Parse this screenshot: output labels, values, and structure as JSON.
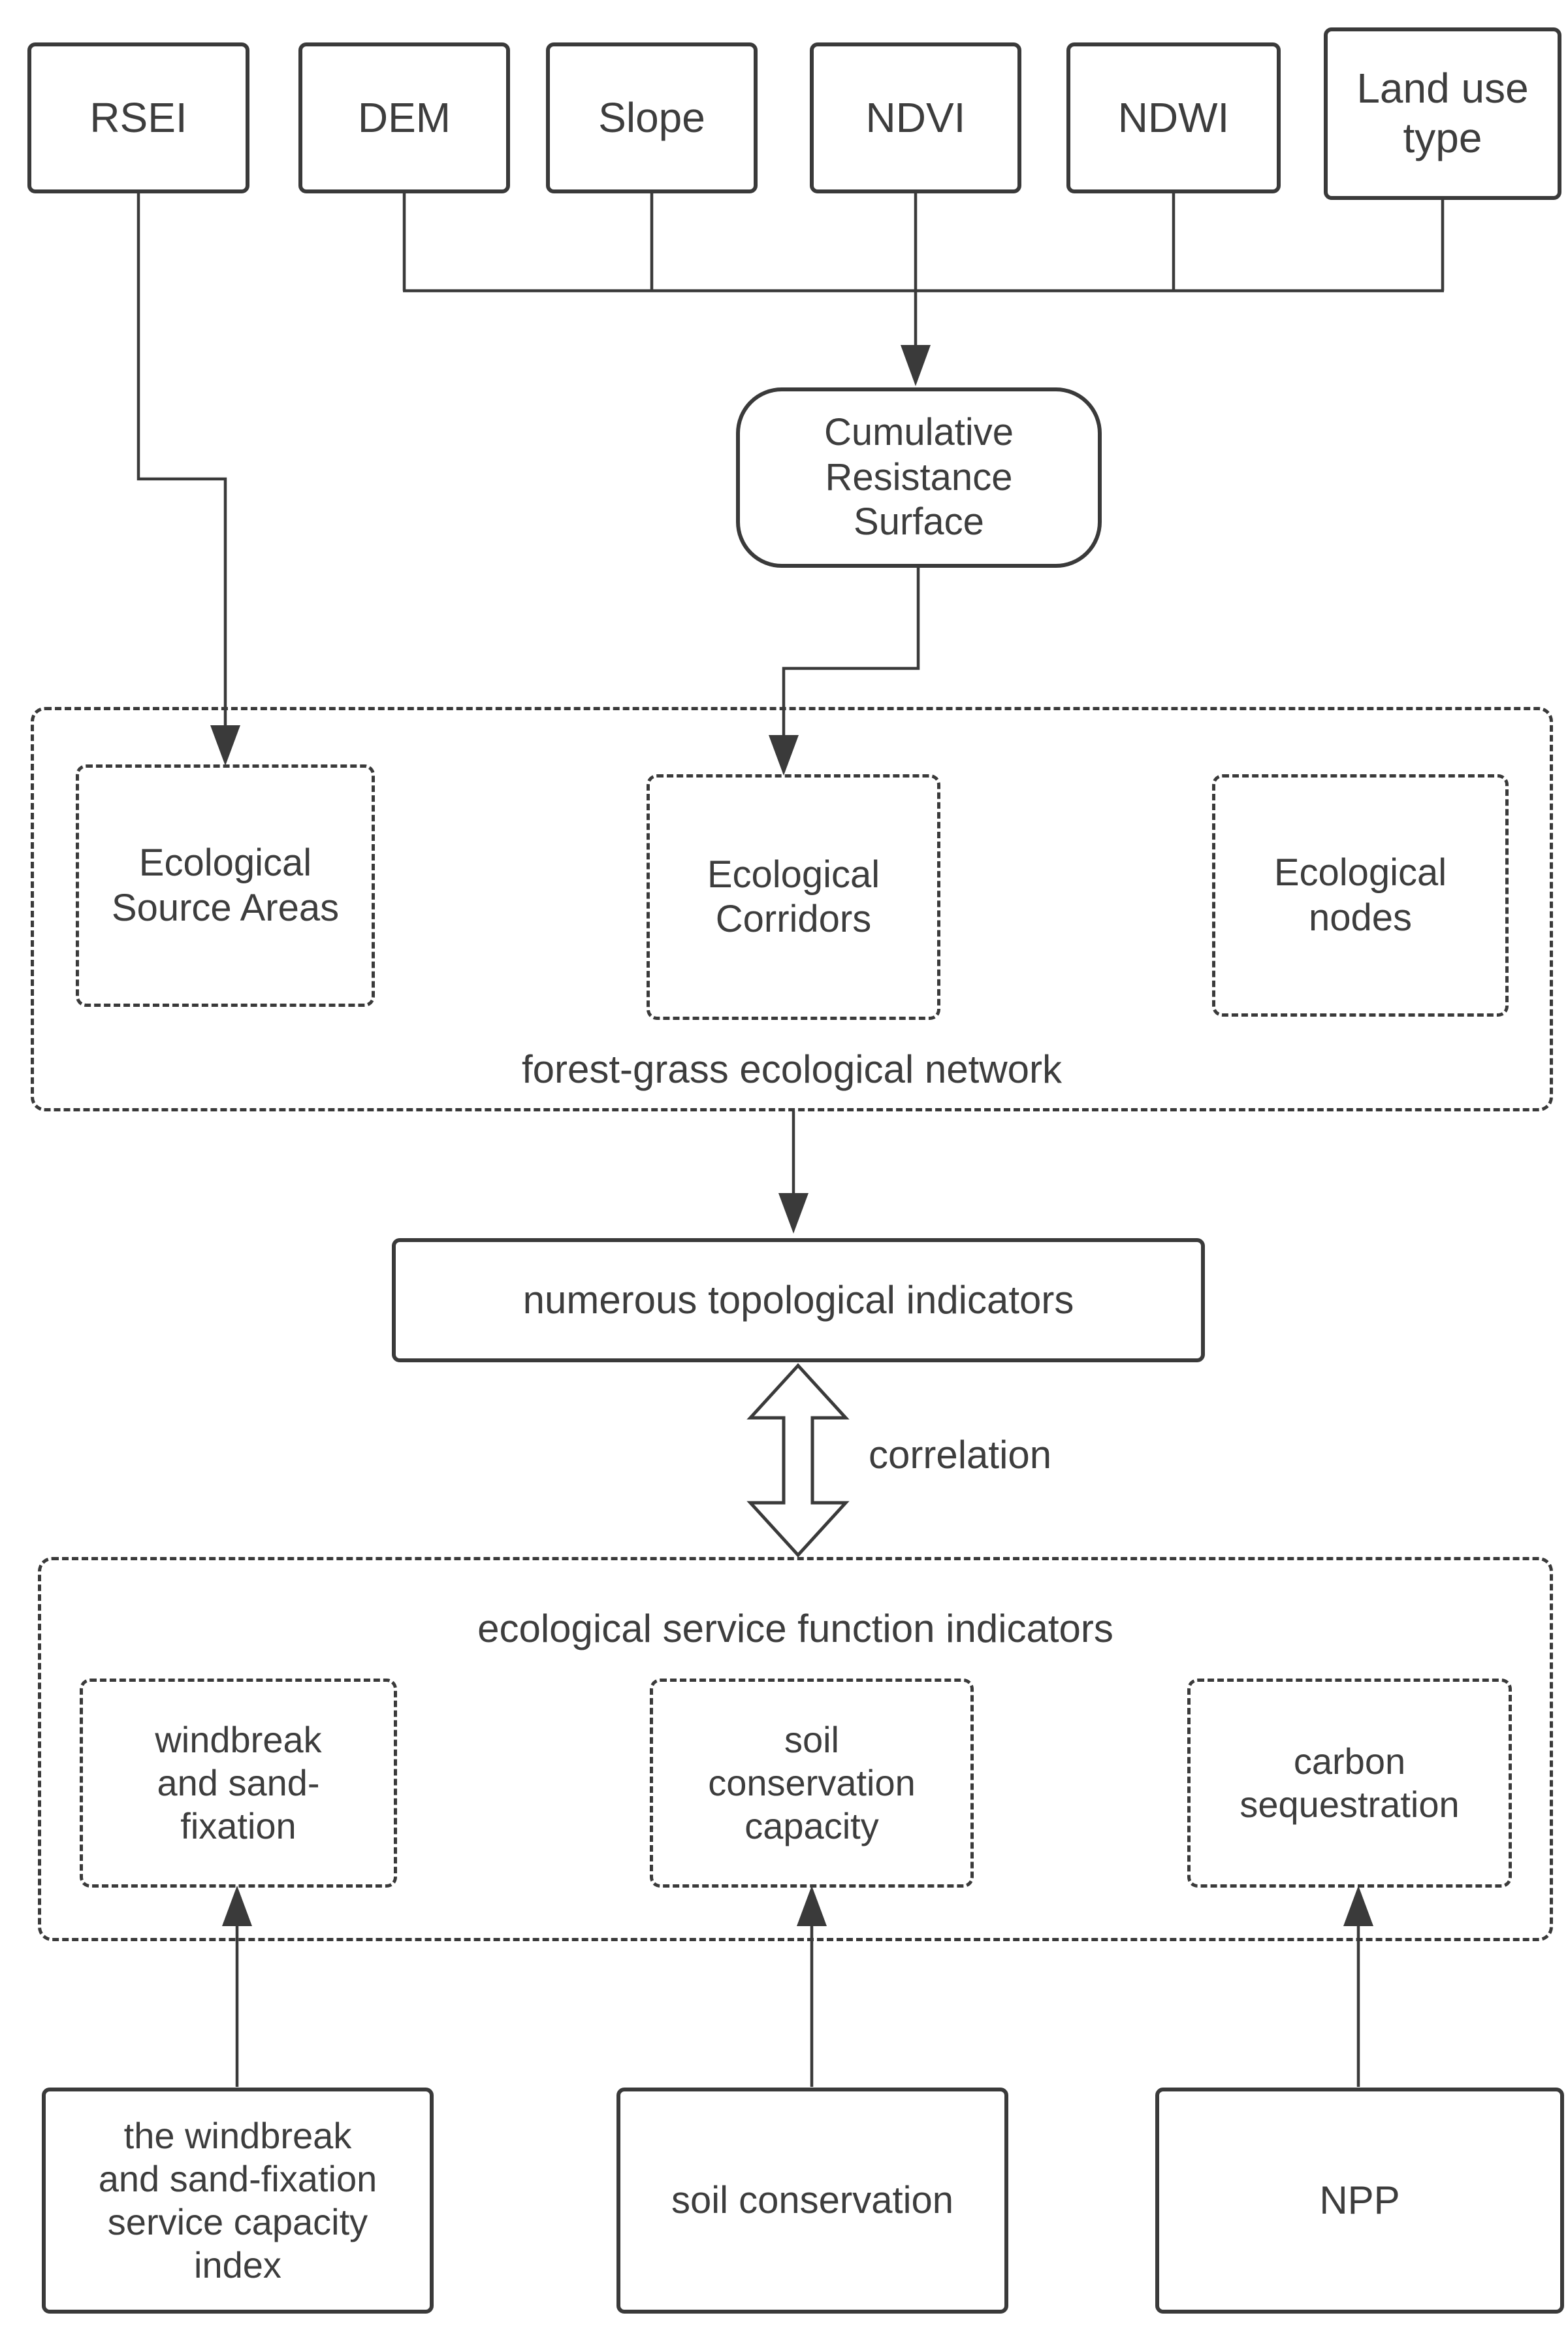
{
  "diagram": {
    "inputs": {
      "rsei": "RSEI",
      "dem": "DEM",
      "slope": "Slope",
      "ndvi": "NDVI",
      "ndwi": "NDWI",
      "landuse": "Land use\ntype"
    },
    "cumulative_resistance_surface": "Cumulative\nResistance\nSurface",
    "network": {
      "label": "forest-grass ecological network",
      "source_areas": "Ecological\nSource Areas",
      "corridors": "Ecological\nCorridors",
      "nodes": "Ecological\nnodes"
    },
    "topological_indicators": "numerous topological indicators",
    "correlation_label": "correlation",
    "service_functions": {
      "label": "ecological service function indicators",
      "windbreak": "windbreak\nand sand-\nfixation",
      "soil": "soil\nconservation\ncapacity",
      "carbon": "carbon\nsequestration"
    },
    "sources": {
      "windbreak_index": "the windbreak\nand sand-fixation\nservice capacity\nindex",
      "soil_conservation": "soil conservation",
      "npp": "NPP"
    },
    "colors": {
      "line": "#3a3a3a",
      "background": "#ffffff"
    }
  }
}
